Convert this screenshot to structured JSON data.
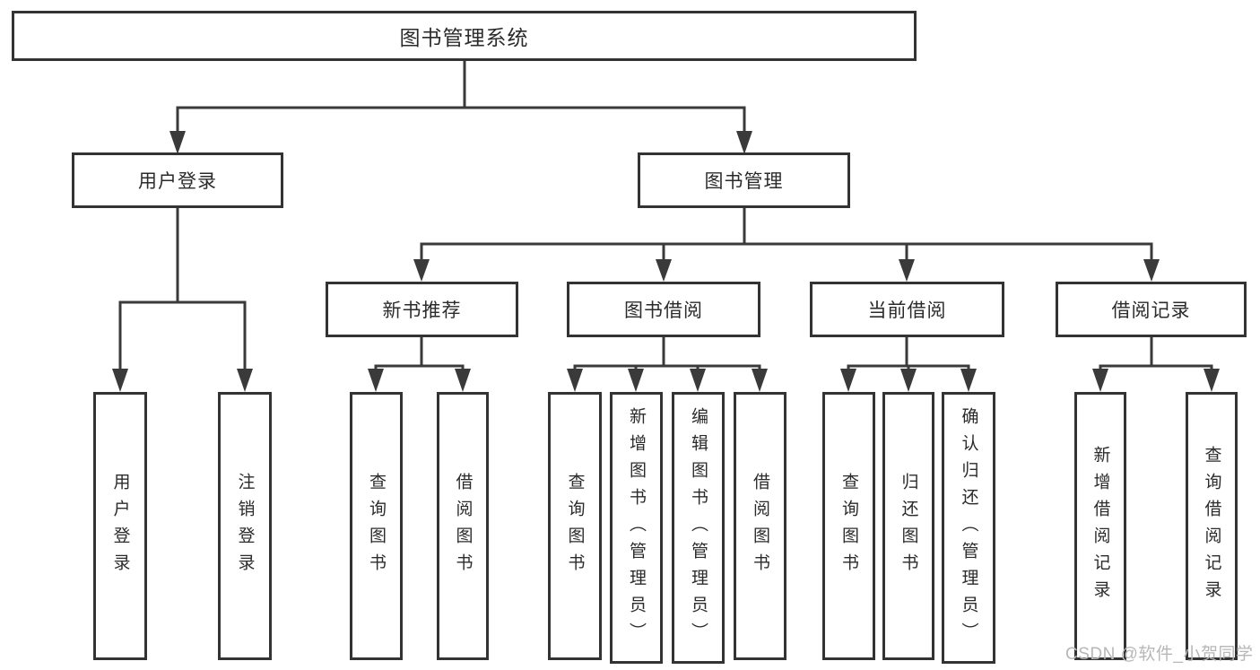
{
  "page": {
    "background": "#ffffff",
    "line_color": "#3a3a3a",
    "border_color": "#333333",
    "text_color": "#2b2b2b",
    "watermark_color": "#b7b7b7"
  },
  "watermark": {
    "text": "CSDN @软件_小贺同学"
  },
  "tree": {
    "root": {
      "label": "图书管理系统"
    },
    "level2": [
      {
        "id": "user-login",
        "label": "用户登录",
        "parent": "图书管理系统"
      },
      {
        "id": "book-management",
        "label": "图书管理",
        "parent": "图书管理系统"
      }
    ],
    "level3": [
      {
        "id": "new-book-recommend",
        "label": "新书推荐",
        "parent": "图书管理"
      },
      {
        "id": "book-borrow",
        "label": "图书借阅",
        "parent": "图书管理"
      },
      {
        "id": "current-borrow",
        "label": "当前借阅",
        "parent": "图书管理"
      },
      {
        "id": "borrow-record",
        "label": "借阅记录",
        "parent": "图书管理"
      }
    ],
    "leaves": [
      {
        "id": "leaf-user-login",
        "label": "用户登录",
        "parent": "用户登录"
      },
      {
        "id": "leaf-logout",
        "label": "注销登录",
        "parent": "用户登录"
      },
      {
        "id": "leaf-query-book-recommend",
        "label": "查询图书",
        "parent": "新书推荐"
      },
      {
        "id": "leaf-borrow-book-recommend",
        "label": "借阅图书",
        "parent": "新书推荐"
      },
      {
        "id": "leaf-query-book-borrow",
        "label": "查询图书",
        "parent": "图书借阅"
      },
      {
        "id": "leaf-add-book-admin",
        "label": "新增图书（管理员）",
        "parent": "图书借阅"
      },
      {
        "id": "leaf-edit-book-admin",
        "label": "编辑图书（管理员）",
        "parent": "图书借阅"
      },
      {
        "id": "leaf-borrow-book-borrow",
        "label": "借阅图书",
        "parent": "图书借阅"
      },
      {
        "id": "leaf-query-book-current",
        "label": "查询图书",
        "parent": "当前借阅"
      },
      {
        "id": "leaf-return-book",
        "label": "归还图书",
        "parent": "当前借阅"
      },
      {
        "id": "leaf-confirm-return-admin",
        "label": "确认归还（管理员）",
        "parent": "当前借阅"
      },
      {
        "id": "leaf-add-borrow-record",
        "label": "新增借阅记录",
        "parent": "借阅记录"
      },
      {
        "id": "leaf-query-borrow-record",
        "label": "查询借阅记录",
        "parent": "借阅记录"
      }
    ]
  }
}
